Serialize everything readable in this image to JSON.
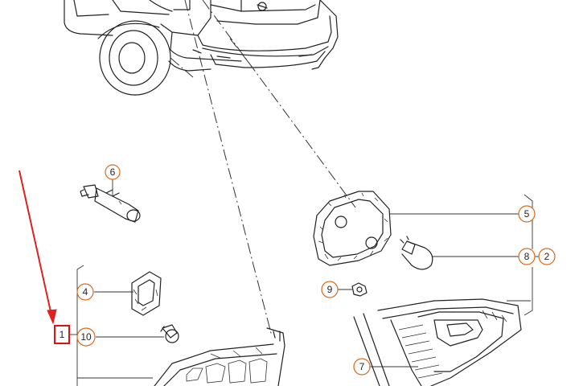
{
  "callouts": {
    "c1": "1",
    "c2": "2",
    "c4": "4",
    "c5": "5",
    "c6": "6",
    "c7": "7",
    "c8": "8",
    "c9": "9",
    "c10": "10"
  },
  "colors": {
    "callout_ring": "#d86a1e",
    "highlight_box": "#e01010",
    "arrow": "#e02020",
    "line_art": "#222222"
  }
}
